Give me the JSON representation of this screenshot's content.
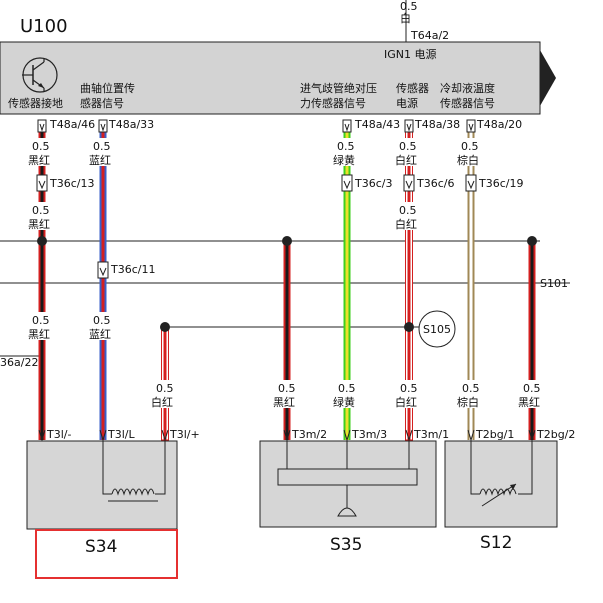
{
  "ecu": {
    "name": "U100",
    "feed_top": "0.5",
    "feed_color": "白",
    "feed_pin": "T64a/2",
    "power_label": "IGN1 电源",
    "sensor_labels": [
      {
        "line1": "",
        "line2": "传感器接地"
      },
      {
        "line1": "曲轴位置传",
        "line2": "感器信号"
      },
      {
        "line1": "进气歧管绝对压",
        "line2": "力传感器信号"
      },
      {
        "line1": "传感器",
        "line2": "电源"
      },
      {
        "line1": "冷却液温度",
        "line2": "传感器信号"
      }
    ]
  },
  "top_pins": [
    "T48a/46",
    "T48a/33",
    "T48a/43",
    "T48a/38",
    "T48a/20"
  ],
  "top_wires": [
    {
      "size": "0.5",
      "color": "黑红"
    },
    {
      "size": "0.5",
      "color": "蓝红"
    },
    {
      "size": "0.5",
      "color": "绿黄"
    },
    {
      "size": "0.5",
      "color": "白红"
    },
    {
      "size": "0.5",
      "color": "棕白"
    }
  ],
  "connectors_c": [
    "T36c/13",
    "T36c/3",
    "T36c/6",
    "T36c/19",
    "T36c/11"
  ],
  "mid_wires": [
    {
      "size": "0.5",
      "color": "黑红"
    },
    {
      "size": "0.5",
      "color": "白红"
    }
  ],
  "splice_s101": "S101",
  "lower_wires": [
    {
      "size": "0.5",
      "color": "黑红"
    },
    {
      "size": "0.5",
      "color": "蓝红"
    }
  ],
  "left_cut": "36a/22",
  "splice_s105": "S105",
  "bottom_wires": [
    {
      "size": "0.5",
      "color": "白红"
    },
    {
      "size": "0.5",
      "color": "黑红"
    },
    {
      "size": "0.5",
      "color": "绿黄"
    },
    {
      "size": "0.5",
      "color": "白红"
    },
    {
      "size": "0.5",
      "color": "棕白"
    },
    {
      "size": "0.5",
      "color": "黑红"
    }
  ],
  "bottom_pins": [
    "T3l/-",
    "T3l/L",
    "T3l/+",
    "T3m/2",
    "T3m/3",
    "T3m/1",
    "T2bg/1",
    "T2bg/2"
  ],
  "components": [
    "S34",
    "S35",
    "S12"
  ],
  "colors": {
    "black_red_core": "#1a1a1a",
    "red": "#d42020",
    "blue": "#3a5fc8",
    "green": "#3ecf1e",
    "yellow": "#ece12a",
    "brown": "#a08856",
    "ecu_fill": "#d3d3d3",
    "component_fill": "#d6d6d6",
    "highlight": "#e53030"
  }
}
